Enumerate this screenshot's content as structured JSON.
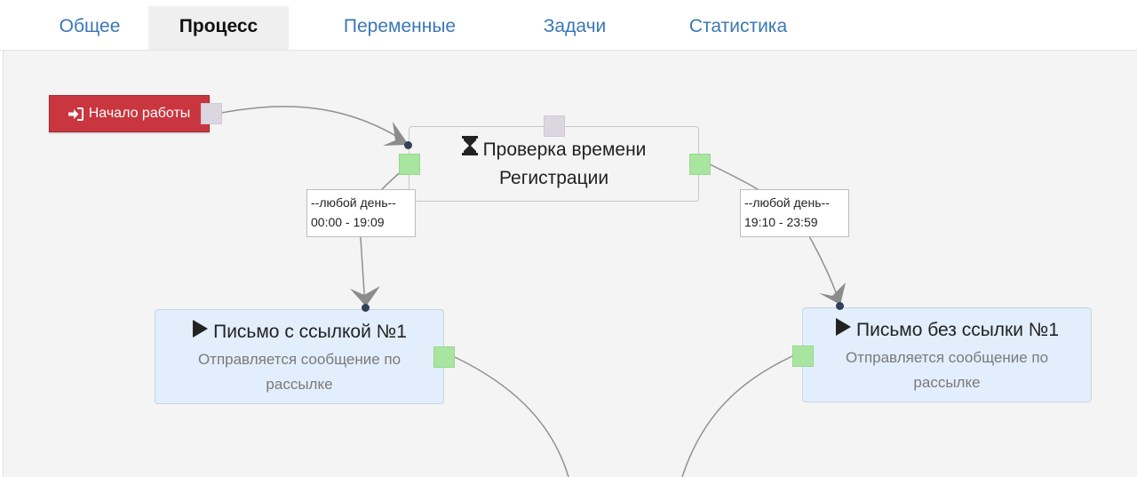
{
  "tabs": [
    {
      "label": "Общее",
      "active": false
    },
    {
      "label": "Процесс",
      "active": true
    },
    {
      "label": "Переменные",
      "active": false
    },
    {
      "label": "Задачи",
      "active": false
    },
    {
      "label": "Статистика",
      "active": false
    }
  ],
  "nodes": {
    "start": {
      "label": "Начало работы",
      "icon": "sign-in-icon",
      "color": "#c9363f"
    },
    "time_check": {
      "line1": "Проверка времени",
      "line2": "Регистрации",
      "icon": "hourglass-icon"
    },
    "mail_with_link": {
      "title": "Письмо с ссылкой №1",
      "description": "Отправляется сообщение по рассылке",
      "icon": "play-icon"
    },
    "mail_without_link": {
      "title": "Письмо без ссылки №1",
      "description": "Отправляется сообщение по рассылке",
      "icon": "play-icon"
    }
  },
  "edge_labels": {
    "left": {
      "line1": "--любой день--",
      "line2": "00:00 - 19:09"
    },
    "right": {
      "line1": "--любой день--",
      "line2": "19:10 - 23:59"
    }
  },
  "colors": {
    "tab_link": "#3a77b5",
    "canvas_bg": "#f4f4f4",
    "start_node": "#c9363f",
    "mail_node": "#e2eefb",
    "output_port": "#a8e6a0",
    "input_port": "#dcd6e0",
    "edge": "#909090"
  }
}
